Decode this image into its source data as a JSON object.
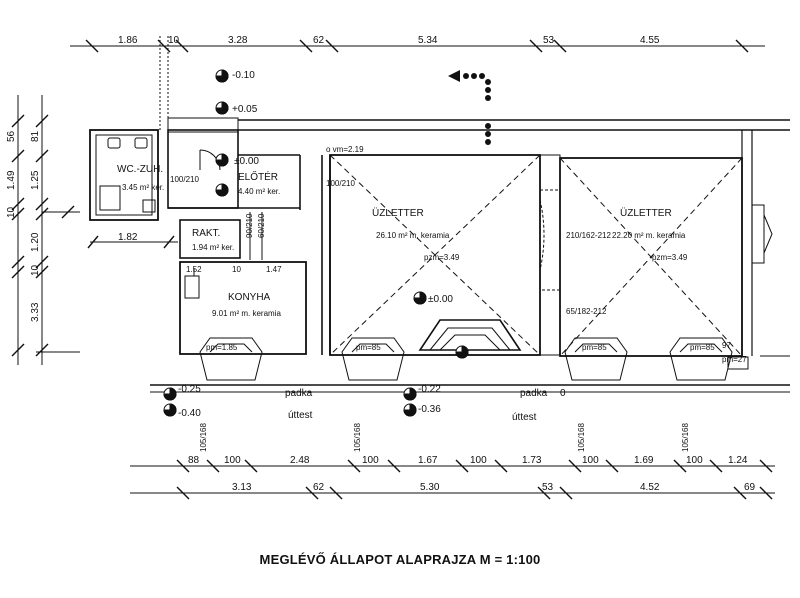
{
  "caption": "MEGLÉVŐ ÁLLAPOT ALAPRAJZA M = 1:100",
  "top_dimensions": [
    "1.86",
    "10",
    "3.28",
    "62",
    "5.34",
    "53",
    "4.55"
  ],
  "bottom_dimensions_row1": [
    "88",
    "100",
    "2.48",
    "100",
    "1.67",
    "100",
    "1.73",
    "100",
    "1.69",
    "100",
    "1.24"
  ],
  "bottom_dimensions_row2": [
    "3.13",
    "62",
    "5.30",
    "53",
    "4.52",
    "69"
  ],
  "left_dimensions": [
    "56",
    "81",
    "1.49",
    "1.25",
    "10",
    "1.20",
    "10",
    "3.33"
  ],
  "inner_dimension": "1.82",
  "rooms": {
    "wc": {
      "name": "WC.-ZUH.",
      "area": "3.45 m² ker."
    },
    "eloter": {
      "name": "ELŐTÉR",
      "area": "4.40 m² ker."
    },
    "rakt": {
      "name": "RAKT.",
      "area": "1.94 m² ker."
    },
    "konyha": {
      "name": "KONYHA",
      "area": "9.01 m² m. keramia"
    },
    "uzletter1": {
      "name": "ÜZLETTER",
      "area": "26.10 m² m. keramia",
      "height": "pzm=3.49"
    },
    "uzletter2": {
      "name": "ÜZLETTER",
      "area": "22.20 m² m. keramia",
      "height": "pzm=3.49"
    }
  },
  "levels": {
    "top_a": "-0.10",
    "top_b": "+0.05",
    "eloter": "±0.00",
    "vm": "o vm=2.19",
    "center": "±0.00",
    "street_left_a": "-0.25",
    "street_left_b": "-0.40",
    "street_mid_a": "-0.22",
    "street_mid_b": "-0.36"
  },
  "openings": {
    "door_1": "100/210",
    "door_2": "100/210",
    "door_3": "90/210",
    "door_4": "60/210",
    "shop_door": "210/162-212",
    "shop_door_2": "65/182-212",
    "pm_labels": [
      "pm=1.85",
      "pm=85",
      "pm=85",
      "pm=85"
    ],
    "kitchen_dims": [
      "1.52",
      "10",
      "1.47"
    ],
    "window_pairs": [
      "105/168",
      "105/168",
      "105/168",
      "105/168"
    ],
    "small_right": "97",
    "pm_right": "pm=27"
  },
  "street": {
    "padka": "padka",
    "uttest": "úttest",
    "padka_0": "0"
  }
}
